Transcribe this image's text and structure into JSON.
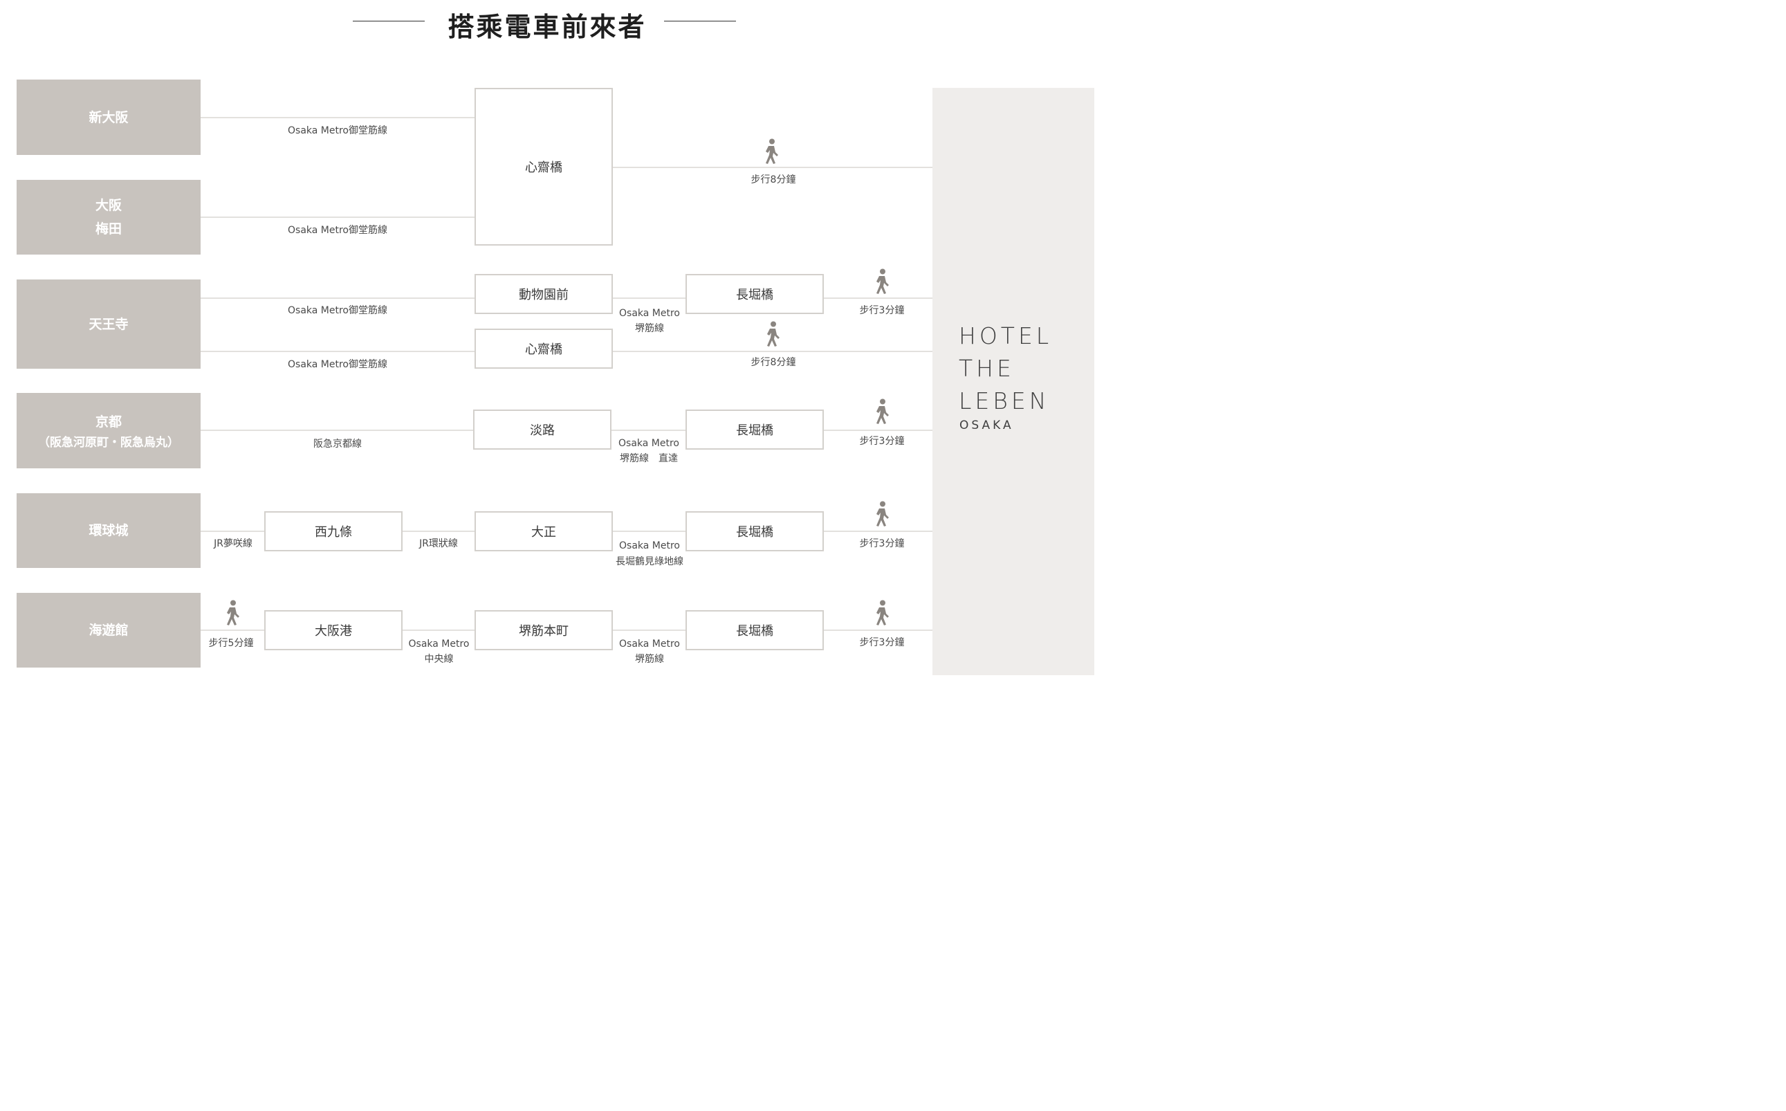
{
  "title": "搭乘電車前來者",
  "hotel": {
    "line1": "HOTEL",
    "line2": "THE",
    "line3": "LEBEN",
    "city": "OSAKA"
  },
  "origins": {
    "shin_osaka": "新大阪",
    "osaka_line1": "大阪",
    "osaka_line2": "梅田",
    "tennoji": "天王寺",
    "kyoto_line1": "京都",
    "kyoto_line2": "（阪急河原町・阪急烏丸）",
    "bentencho": "環球城",
    "kaiyukan": "海遊館"
  },
  "stations": {
    "shinsaibashi_a": "心齋橋",
    "dobutsuen": "動物園前",
    "nagahoribashi_1": "長堀橋",
    "shinsaibashi_b": "心齋橋",
    "awaji": "淡路",
    "nagahoribashi_2": "長堀橋",
    "nishikujo": "西九條",
    "taisho": "大正",
    "nagahoribashi_3": "長堀橋",
    "osakako": "大阪港",
    "sakaisuji_honmachi": "堺筋本町",
    "nagahoribashi_4": "長堀橋"
  },
  "labels": {
    "midosuji_1": "Osaka Metro御堂筋線",
    "midosuji_2": "Osaka Metro御堂筋線",
    "midosuji_3": "Osaka Metro御堂筋線",
    "midosuji_4": "Osaka Metro御堂筋線",
    "walk_8_a": "步行8分鐘",
    "walk_8_b": "步行8分鐘",
    "sakaisuji_a_1": "Osaka Metro",
    "sakaisuji_a_2": "堺筋線",
    "walk_3_a": "步行3分鐘",
    "hankyu_kyoto": "阪急京都線",
    "sakaisuji_b_1": "Osaka Metro",
    "sakaisuji_b_2": "堺筋線　直達",
    "walk_3_b": "步行3分鐘",
    "jr_yumesaki": "JR夢咲線",
    "jr_loop": "JR環狀線",
    "nagahori_tsurumi_1": "Osaka Metro",
    "nagahori_tsurumi_2": "長堀鶴見綠地線",
    "walk_3_c": "步行3分鐘",
    "walk_5": "步行5分鐘",
    "chuo_1": "Osaka Metro",
    "chuo_2": "中央線",
    "sakaisuji_c_1": "Osaka Metro",
    "sakaisuji_c_2": "堺筋線",
    "walk_3_d": "步行3分鐘"
  },
  "colors": {
    "origin_bg": "#c8c3be",
    "line": "#e3e1de",
    "station_border": "#d3d0cc",
    "hotel_bg": "#efedeb",
    "walk_icon": "#8a8580"
  },
  "icons": {
    "walk": "walking-person-icon"
  }
}
